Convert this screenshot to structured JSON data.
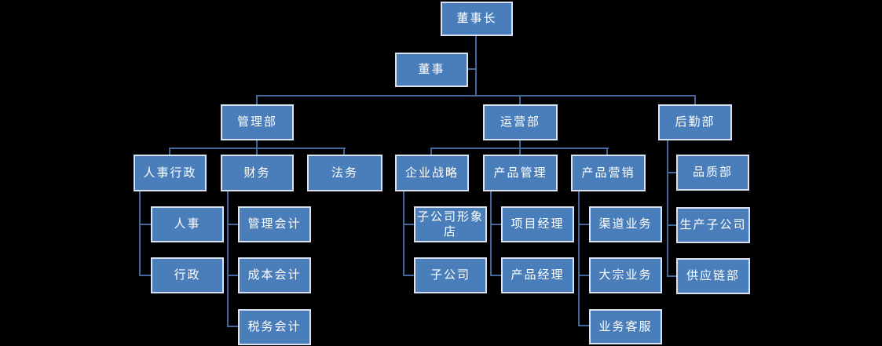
{
  "diagram_type": "org-chart",
  "background_color": "#000000",
  "colors": {
    "node_fill": "#4A7EBA",
    "node_border": "#D9E2F0",
    "node_text": "#FFFFFF",
    "connector": "#44679B"
  },
  "nodes": {
    "chairman": "董事长",
    "director": "董事",
    "management_dept": "管理部",
    "operations_dept": "运营部",
    "logistics_dept": "后勤部",
    "hr_admin": "人事行政",
    "finance": "财务",
    "legal": "法务",
    "corporate_strategy": "企业战略",
    "product_management": "产品管理",
    "product_marketing": "产品营销",
    "quality_dept": "品质部",
    "hr": "人事",
    "admin": "行政",
    "management_accounting": "管理会计",
    "cost_accounting": "成本会计",
    "tax_accounting": "税务会计",
    "flagship_store": "子公司形象店",
    "subsidiary": "子公司",
    "project_manager": "项目经理",
    "product_manager": "产品经理",
    "channel_business": "渠道业务",
    "bulk_business": "大宗业务",
    "business_customer_service": "业务客服",
    "production_subsidiary": "生产子公司",
    "supply_chain_dept": "供应链部"
  },
  "hierarchy": {
    "root": "chairman",
    "assistant_of_root": "director",
    "edges": [
      [
        "chairman",
        "management_dept"
      ],
      [
        "chairman",
        "operations_dept"
      ],
      [
        "chairman",
        "logistics_dept"
      ],
      [
        "management_dept",
        "hr_admin"
      ],
      [
        "management_dept",
        "finance"
      ],
      [
        "management_dept",
        "legal"
      ],
      [
        "hr_admin",
        "hr"
      ],
      [
        "hr_admin",
        "admin"
      ],
      [
        "finance",
        "management_accounting"
      ],
      [
        "finance",
        "cost_accounting"
      ],
      [
        "finance",
        "tax_accounting"
      ],
      [
        "operations_dept",
        "corporate_strategy"
      ],
      [
        "operations_dept",
        "product_management"
      ],
      [
        "operations_dept",
        "product_marketing"
      ],
      [
        "corporate_strategy",
        "flagship_store"
      ],
      [
        "corporate_strategy",
        "subsidiary"
      ],
      [
        "product_management",
        "project_manager"
      ],
      [
        "product_management",
        "product_manager"
      ],
      [
        "product_marketing",
        "channel_business"
      ],
      [
        "product_marketing",
        "bulk_business"
      ],
      [
        "product_marketing",
        "business_customer_service"
      ],
      [
        "logistics_dept",
        "quality_dept"
      ],
      [
        "logistics_dept",
        "production_subsidiary"
      ],
      [
        "logistics_dept",
        "supply_chain_dept"
      ]
    ]
  }
}
